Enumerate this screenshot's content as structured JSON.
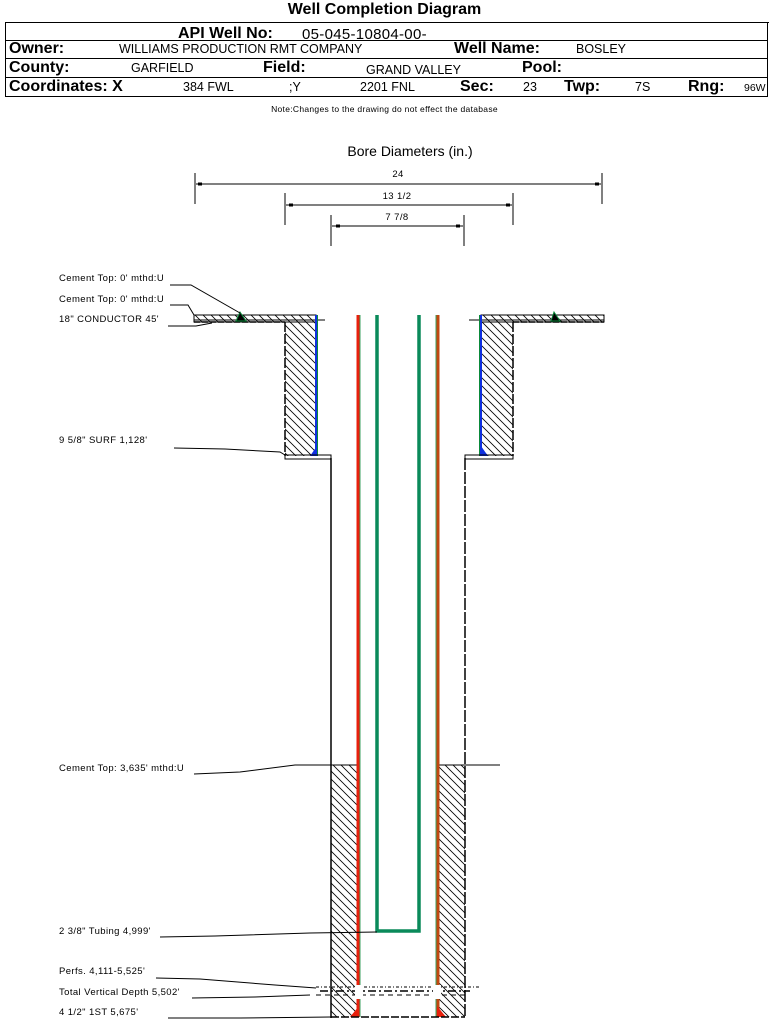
{
  "title": "Well Completion Diagram",
  "header": {
    "api_label": "API Well No:",
    "api_value": "05-045-10804-00-",
    "owner_label": "Owner:",
    "owner_value": "WILLIAMS PRODUCTION RMT COMPANY",
    "well_name_label": "Well Name:",
    "well_name_value": "BOSLEY",
    "county_label": "County:",
    "county_value": "GARFIELD",
    "field_label": "Field:",
    "field_value": "GRAND VALLEY",
    "pool_label": "Pool:",
    "pool_value": "",
    "coords_label": "Coordinates: X",
    "x_value": "384 FWL",
    "y_label": ";Y",
    "y_value": "2201 FNL",
    "sec_label": "Sec:",
    "sec_value": "23",
    "twp_label": "Twp:",
    "twp_value": "7S",
    "rng_label": "Rng:",
    "rng_value": "96W"
  },
  "note": "Note:Changes to the drawing do not effect the database",
  "diagram": {
    "bore_title": "Bore Diameters (in.)",
    "bore_diameters": [
      "24",
      "13 1/2",
      "7 7/8"
    ],
    "labels": {
      "cement_top_1": "Cement Top: 0' mthd:U",
      "cement_top_2": "Cement Top: 0' mthd:U",
      "conductor": "18\" CONDUCTOR  45'",
      "surface_casing": "9 5/8\" SURF       1,128'",
      "cement_top_3": "Cement Top: 3,635' mthd:U",
      "tubing": "2 3/8\" Tubing 4,999'",
      "perfs": "Perfs. 4,111-5,525'",
      "tvd": "Total Vertical Depth 5,502'",
      "production_casing": "4 1/2\" 1ST        5,675'"
    },
    "colors": {
      "casing_red": "#e8200c",
      "casing_green": "#0a8a3a",
      "tubing_green": "#0a8a5a",
      "cement_blue": "#1030e0",
      "line": "#000000"
    }
  }
}
